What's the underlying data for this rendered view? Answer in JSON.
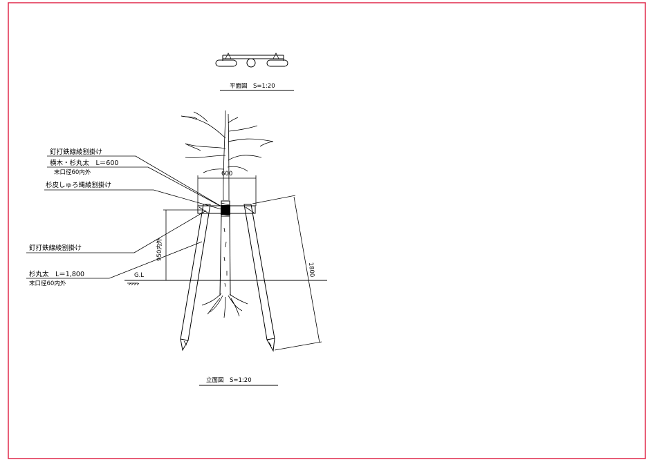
{
  "plan_view": {
    "title": "平面図　S=1:20"
  },
  "elevation_view": {
    "title": "立面図　S=1:20"
  },
  "annotations": {
    "nail_wire_upper": "釘打鉄線綾割掛け",
    "crossbar_line1": "横木・杉丸太　L＝600",
    "crossbar_line2": "末口径60内外",
    "cedar_bark": "杉皮しゅろ縄綾割掛け",
    "nail_wire_lower": "釘打鉄線綾割掛け",
    "post_line1": "杉丸太　L＝1,800",
    "post_line2": "末口径60内外",
    "ground_level": "G.L"
  },
  "dimensions": {
    "crossbar_width": "600",
    "post_length": "1800",
    "attach_height": "950内外"
  },
  "colors": {
    "frame": "#e0284a",
    "line": "#000000"
  }
}
